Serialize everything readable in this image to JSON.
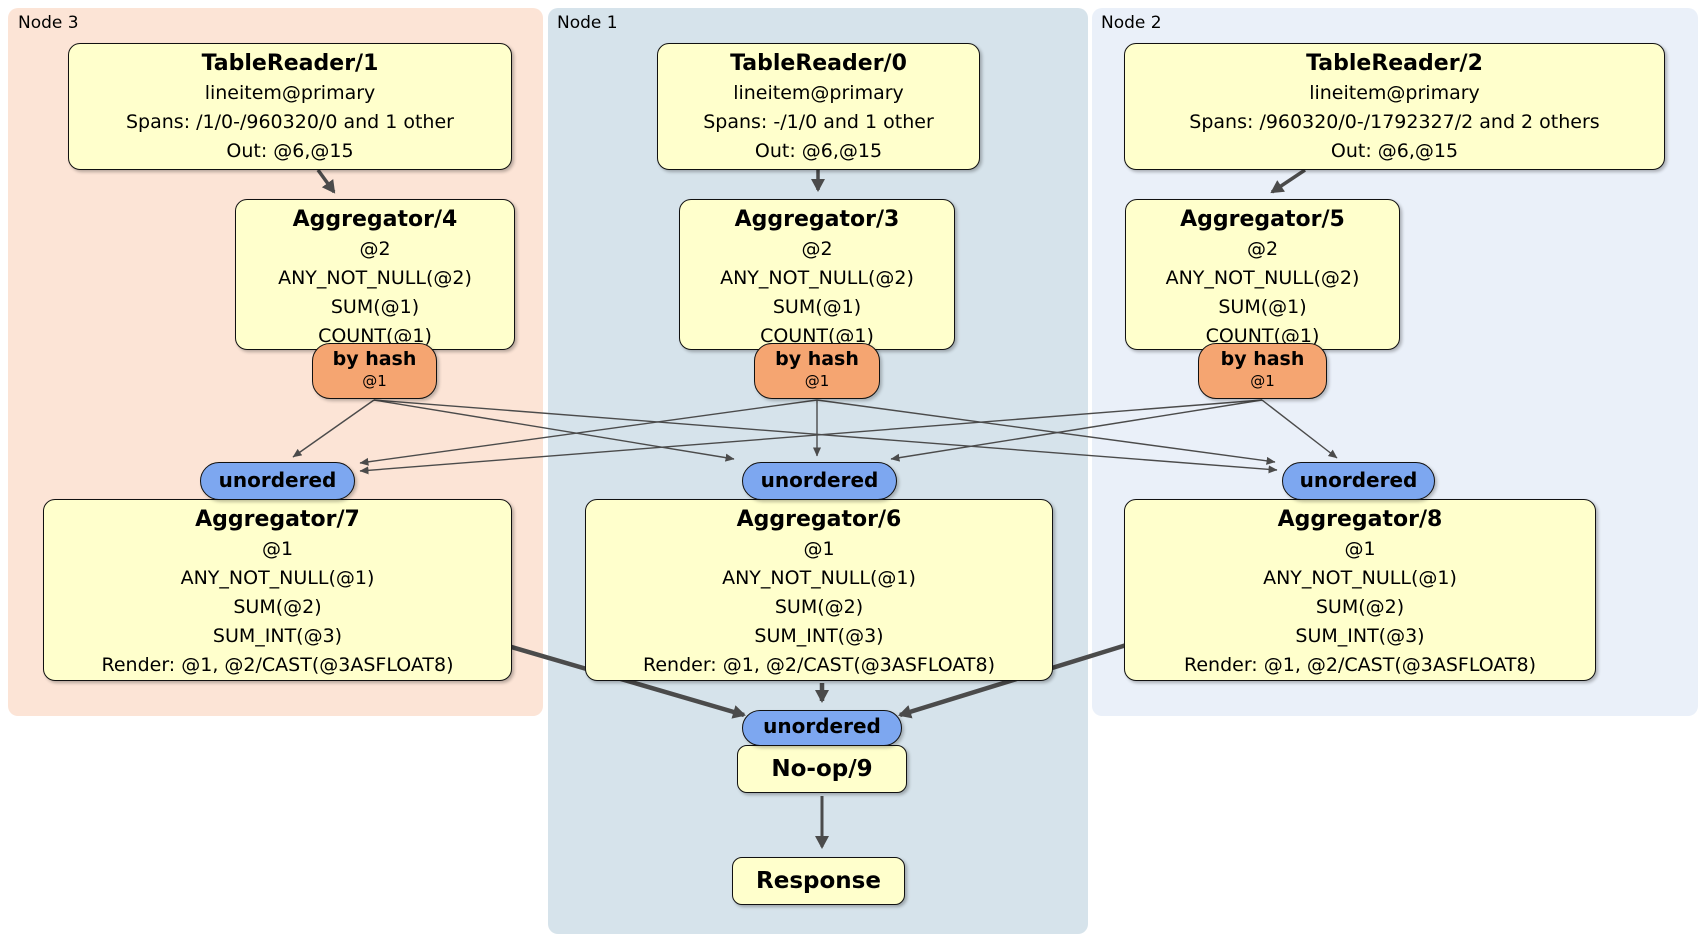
{
  "regions": {
    "node3": {
      "label": "Node 3"
    },
    "node1": {
      "label": "Node 1"
    },
    "node2": {
      "label": "Node 2"
    }
  },
  "processors": {
    "tr1": {
      "title": "TableReader/1",
      "lines": [
        "lineitem@primary",
        "Spans: /1/0-/960320/0 and 1 other",
        "Out: @6,@15"
      ]
    },
    "tr0": {
      "title": "TableReader/0",
      "lines": [
        "lineitem@primary",
        "Spans: -/1/0 and 1 other",
        "Out: @6,@15"
      ]
    },
    "tr2": {
      "title": "TableReader/2",
      "lines": [
        "lineitem@primary",
        "Spans: /960320/0-/1792327/2 and 2 others",
        "Out: @6,@15"
      ]
    },
    "agg4": {
      "title": "Aggregator/4",
      "lines": [
        "@2",
        "ANY_NOT_NULL(@2)",
        "SUM(@1)",
        "COUNT(@1)"
      ]
    },
    "agg3": {
      "title": "Aggregator/3",
      "lines": [
        "@2",
        "ANY_NOT_NULL(@2)",
        "SUM(@1)",
        "COUNT(@1)"
      ]
    },
    "agg5": {
      "title": "Aggregator/5",
      "lines": [
        "@2",
        "ANY_NOT_NULL(@2)",
        "SUM(@1)",
        "COUNT(@1)"
      ]
    },
    "agg7": {
      "title": "Aggregator/7",
      "lines": [
        "@1",
        "ANY_NOT_NULL(@1)",
        "SUM(@2)",
        "SUM_INT(@3)",
        "Render: @1, @2/CAST(@3ASFLOAT8)"
      ]
    },
    "agg6": {
      "title": "Aggregator/6",
      "lines": [
        "@1",
        "ANY_NOT_NULL(@1)",
        "SUM(@2)",
        "SUM_INT(@3)",
        "Render: @1, @2/CAST(@3ASFLOAT8)"
      ]
    },
    "agg8": {
      "title": "Aggregator/8",
      "lines": [
        "@1",
        "ANY_NOT_NULL(@1)",
        "SUM(@2)",
        "SUM_INT(@3)",
        "Render: @1, @2/CAST(@3ASFLOAT8)"
      ]
    },
    "noop": {
      "title": "No-op/9"
    },
    "response": {
      "title": "Response"
    }
  },
  "routers": {
    "by_hash_label": "by hash",
    "by_hash_sub": "@1",
    "unordered_label": "unordered"
  },
  "colors": {
    "node3_bg": "#fce4d6",
    "node1_bg": "#d6e3eb",
    "node2_bg": "#eaf0f9",
    "box_bg": "#ffffcc",
    "hash_bg": "#f5a571",
    "sync_bg": "#7da7f0",
    "edge": "#4b4b4b"
  }
}
